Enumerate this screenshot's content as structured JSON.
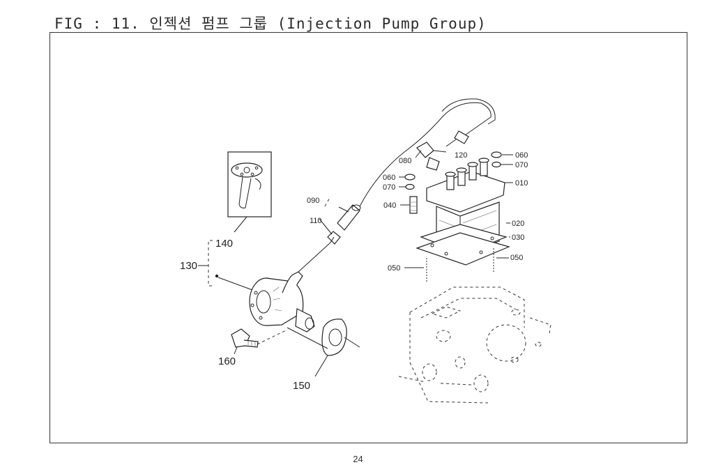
{
  "header": {
    "title": "FIG : 11. 인젝션 펌프 그룹 (Injection Pump Group)"
  },
  "footer": {
    "page_number": "24"
  },
  "diagram": {
    "callouts": {
      "c010": "010",
      "c020": "020",
      "c030": "030",
      "c040": "040",
      "c050a": "050",
      "c050b": "050",
      "c060a": "060",
      "c060b": "060",
      "c070a": "070",
      "c070b": "070",
      "c080": "080",
      "c090": "090",
      "c110": "110",
      "c120": "120",
      "c130": "130",
      "c140": "140",
      "c150": "150",
      "c160": "160"
    }
  }
}
